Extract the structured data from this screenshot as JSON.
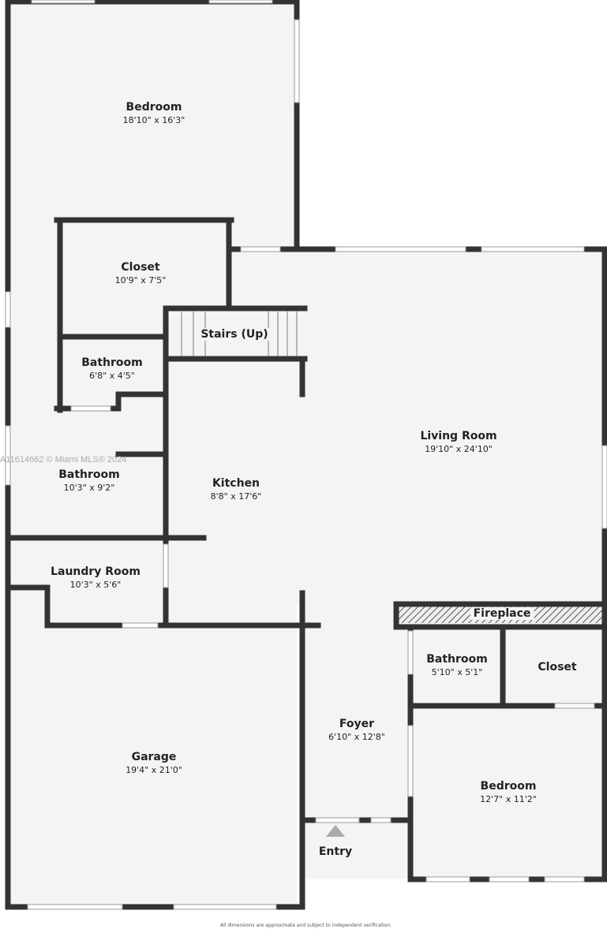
{
  "rooms": [
    {
      "name": "Bedroom",
      "dims": "18'10\" x 16'3\""
    },
    {
      "name": "Closet",
      "dims": "10'9\" x 7'5\""
    },
    {
      "name": "Stairs (Up)",
      "dims": ""
    },
    {
      "name": "Bathroom",
      "dims": "6'8\" x 4'5\""
    },
    {
      "name": "Living Room",
      "dims": "19'10\" x 24'10\""
    },
    {
      "name": "Bathroom",
      "dims": "10'3\" x 9'2\""
    },
    {
      "name": "Kitchen",
      "dims": "8'8\" x 17'6\""
    },
    {
      "name": "Laundry Room",
      "dims": "10'3\" x 5'6\""
    },
    {
      "name": "Fireplace",
      "dims": ""
    },
    {
      "name": "Bathroom",
      "dims": "5'10\" x 5'1\""
    },
    {
      "name": "Closet",
      "dims": ""
    },
    {
      "name": "Foyer",
      "dims": "6'10\" x 12'8\""
    },
    {
      "name": "Garage",
      "dims": "19'4\" x 21'0\""
    },
    {
      "name": "Bedroom",
      "dims": "12'7\" x 11'2\""
    }
  ],
  "entry_label": "Entry",
  "watermark": "A11614662 © Miami MLS® 2024",
  "disclaimer": "All dimensions are approximate and subject to independent verification.",
  "colors": {
    "wall": "#333333",
    "floor": "#f4f4f4",
    "window": "#ffffff"
  }
}
